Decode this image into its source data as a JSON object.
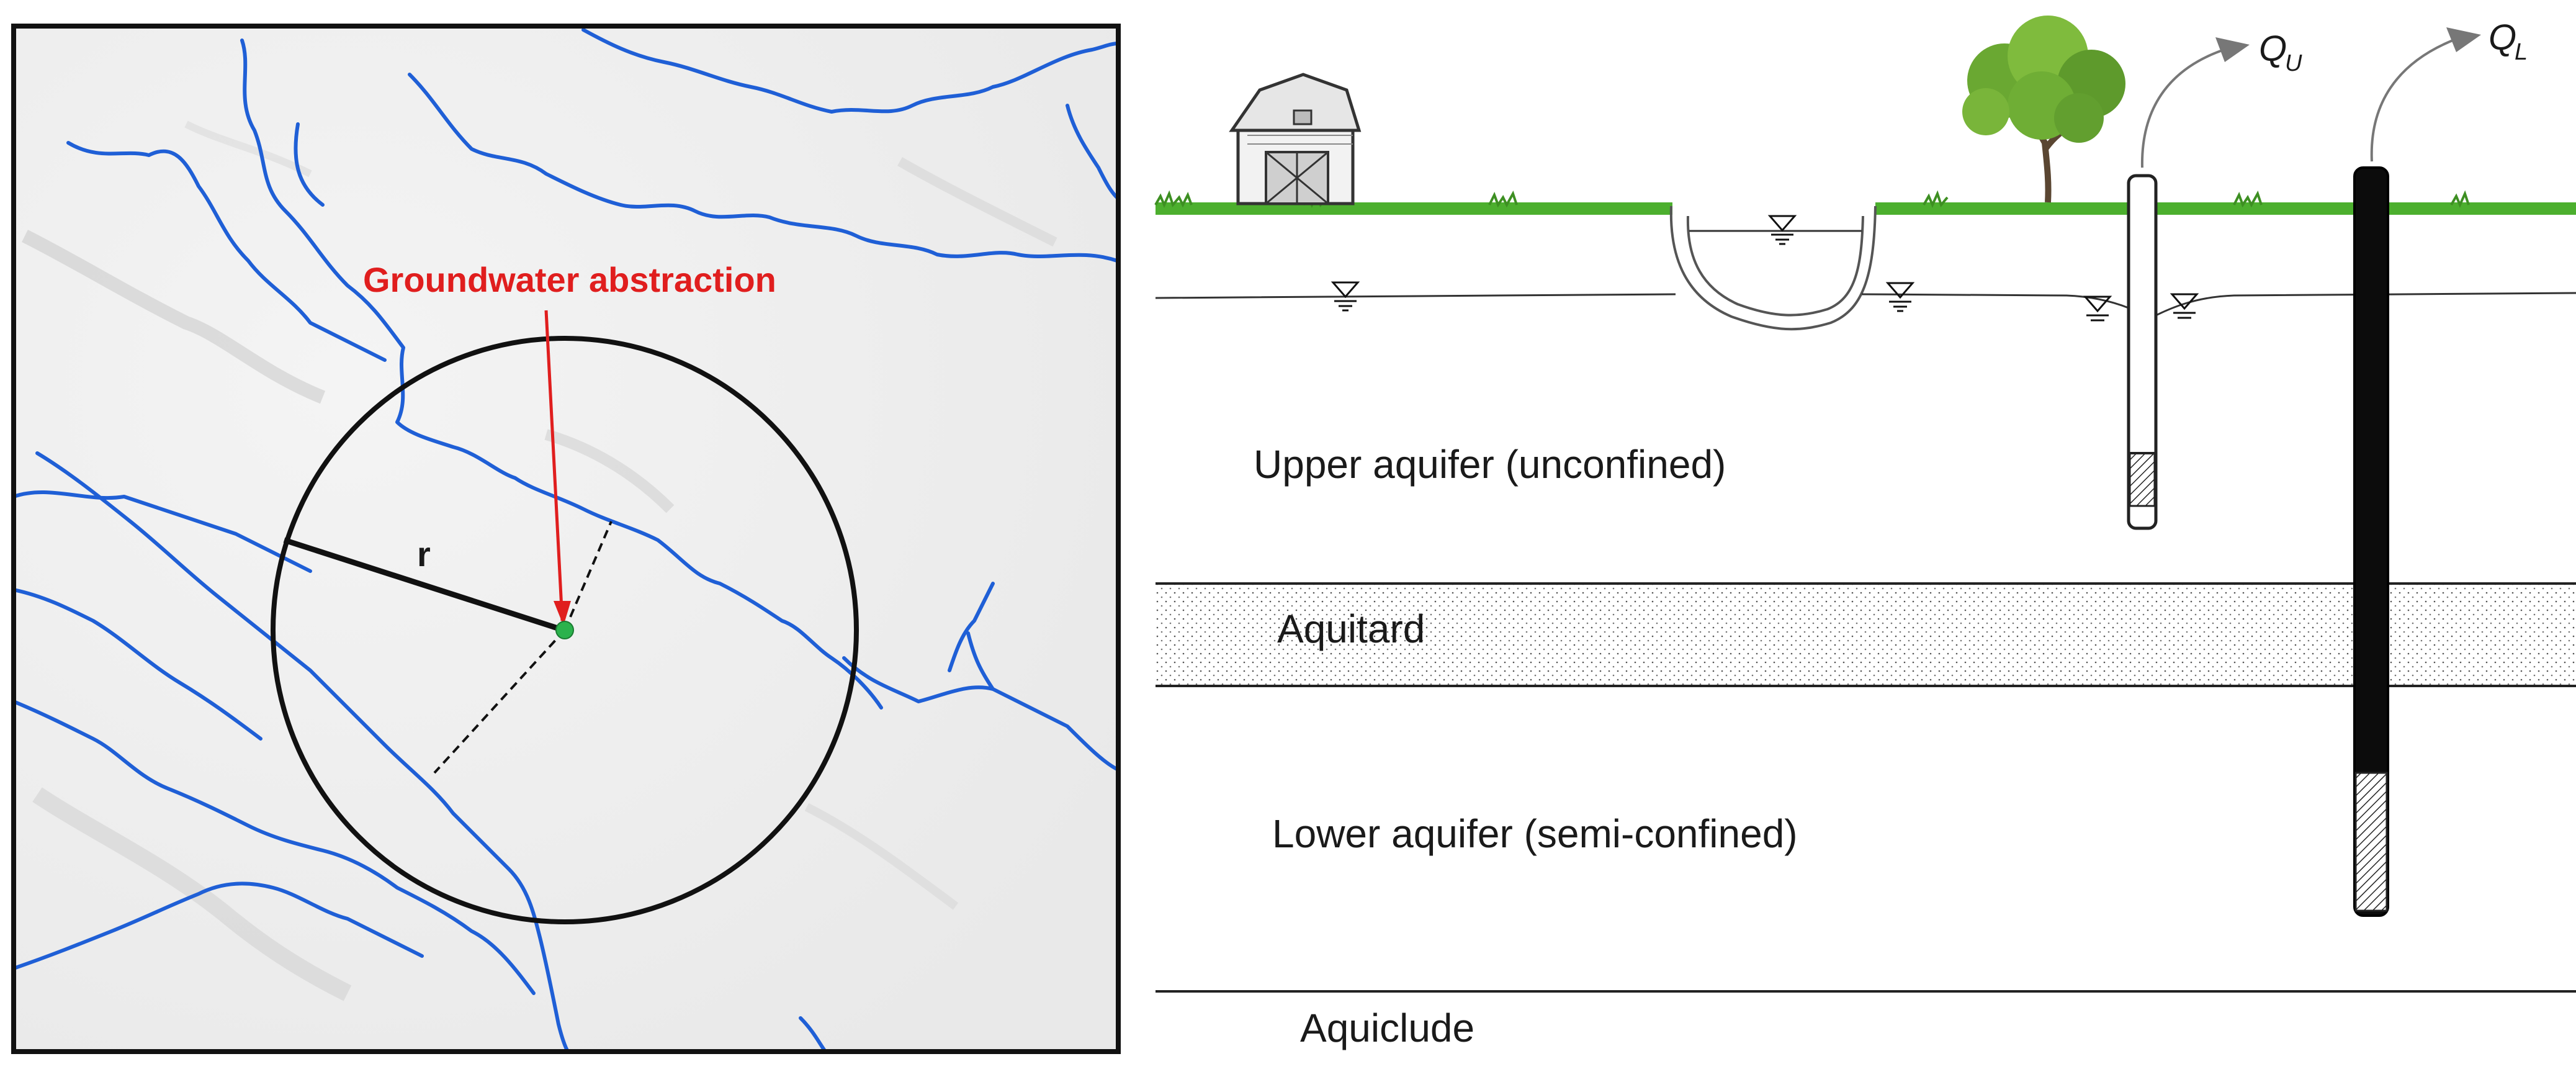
{
  "map_panel": {
    "annotation": "Groundwater abstraction",
    "radius_label": "r"
  },
  "cross_section": {
    "layers": {
      "upper": "Upper aquifer (unconfined)",
      "aquitard": "Aquitard",
      "lower": "Lower aquifer (semi-confined)",
      "aquiclude": "Aquiclude"
    },
    "wells": {
      "upper_label": "Q",
      "upper_sub": "U",
      "lower_label": "Q",
      "lower_sub": "L"
    }
  },
  "colors": {
    "river": "#1f5fd6",
    "annotation": "#e01e1e",
    "well_dot": "#2bb24c",
    "grass": "#4caf2e",
    "tree": "#6aa832",
    "outline": "#111111"
  },
  "icons": [
    "barn-icon",
    "tree-icon",
    "water-table-icon"
  ]
}
